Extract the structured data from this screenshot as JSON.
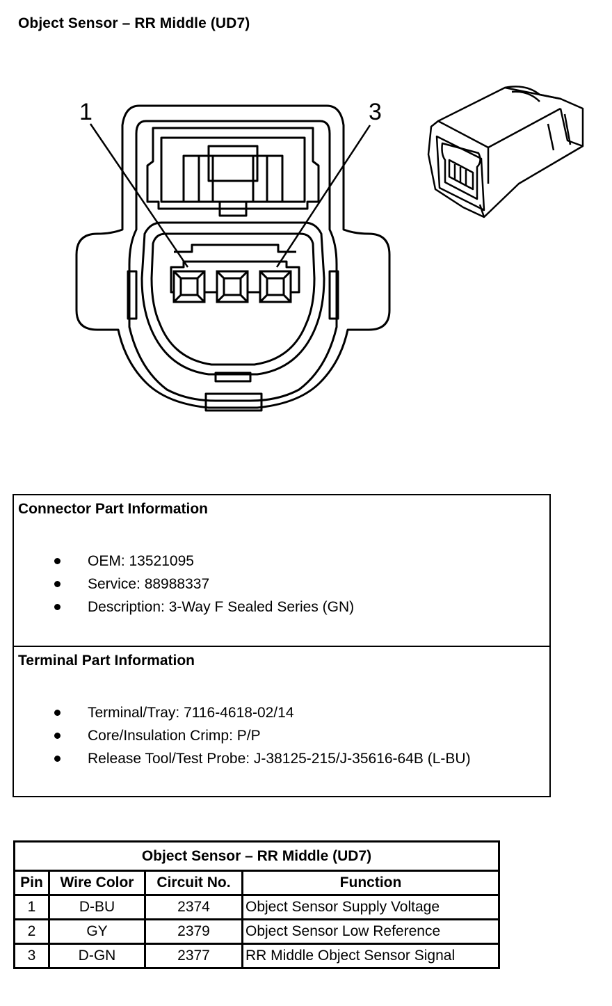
{
  "page_title": "Object Sensor – RR Middle (UD7)",
  "diagram": {
    "pin_labels": [
      "1",
      "3"
    ]
  },
  "connector_info": {
    "title": "Connector Part Information",
    "items": [
      "OEM: 13521095",
      "Service: 88988337",
      "Description: 3-Way F Sealed Series (GN)"
    ]
  },
  "terminal_info": {
    "title": "Terminal Part Information",
    "items": [
      "Terminal/Tray: 7116-4618-02/14",
      "Core/Insulation Crimp: P/P",
      "Release Tool/Test Probe: J-38125-215/J-35616-64B (L-BU)"
    ]
  },
  "pin_table": {
    "title": "Object Sensor – RR Middle (UD7)",
    "headers": [
      "Pin",
      "Wire Color",
      "Circuit No.",
      "Function"
    ],
    "rows": [
      [
        "1",
        "D-BU",
        "2374",
        "Object Sensor Supply Voltage"
      ],
      [
        "2",
        "GY",
        "2379",
        "Object Sensor Low Reference"
      ],
      [
        "3",
        "D-GN",
        "2377",
        "RR Middle Object Sensor Signal"
      ]
    ]
  }
}
